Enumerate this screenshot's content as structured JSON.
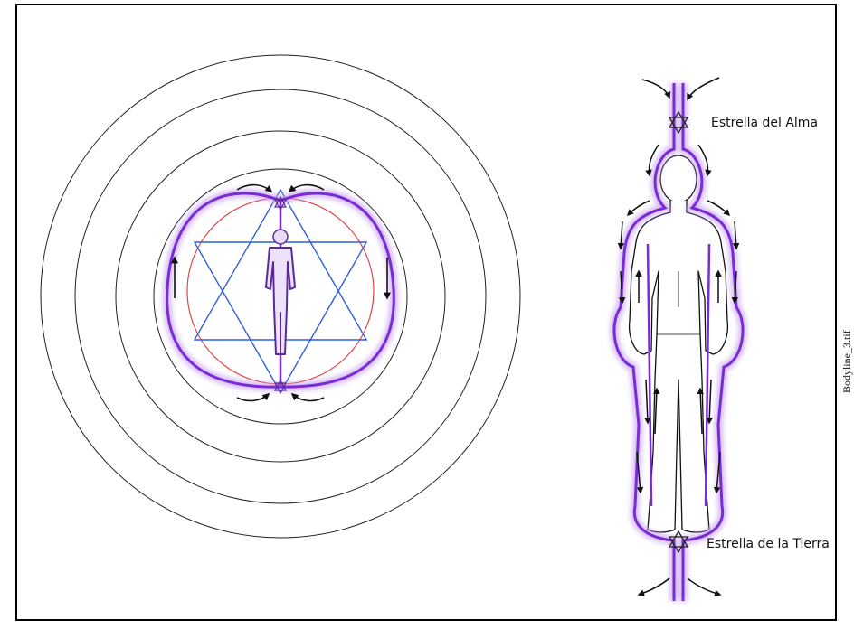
{
  "labels": {
    "soul_star": "Estrella del Alma",
    "earth_star": "Estrella de la Tierra",
    "file_name": "Bodyline_3.tif"
  },
  "colors": {
    "flow_line": "#7a2bd6",
    "flow_glow": "#c9a6f0",
    "star": "#2f5fd8",
    "inner_circle": "#e04848",
    "rings": "#222222",
    "arrows": "#111111"
  },
  "icons": [
    "star-of-david-icon",
    "arrow-icon",
    "human-figure-icon"
  ]
}
